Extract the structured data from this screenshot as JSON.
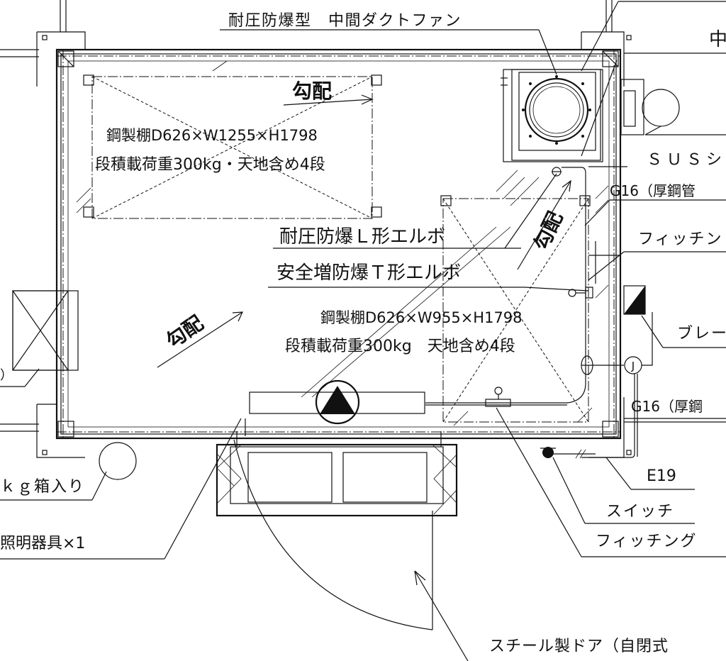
{
  "labels": {
    "duct_fan": "耐圧防爆型　中間ダクトファン",
    "top_right_1": "中",
    "shelf1_dims": "鋼製棚D626×W1255×H1798",
    "shelf1_load": "段積載荷重300kg・天地含め4段",
    "slope": "勾配",
    "elbow_l": "耐圧防爆Ｌ形エルボ",
    "elbow_t": "安全増防爆Ｔ形エルボ",
    "shelf2_dims": "鋼製棚D626×W955×H1798",
    "shelf2_load": "段積載荷重300kg　天地含め4段",
    "sus": "ＳＵＳシ",
    "g16_top": "G16（厚鋼管",
    "fitting_top": "フィッチン",
    "breaker": "ブレー",
    "junction": "J",
    "g16_bottom": "G16（厚鋼",
    "e19": "E19",
    "switch": "スイッチ",
    "fitting_bottom": "フィッチング",
    "box": "ｋｇ箱入り",
    "left_paren": "）",
    "lighting": "照明器具×1",
    "door": "スチール製ドア（自閉式"
  }
}
